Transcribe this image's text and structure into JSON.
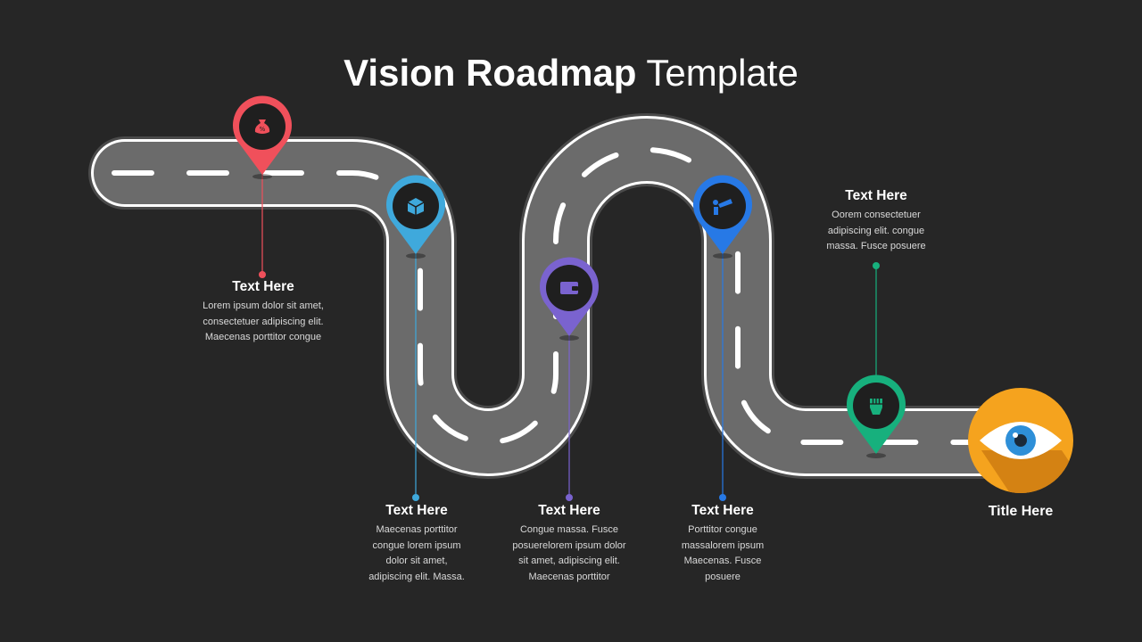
{
  "title": {
    "bold": "Vision Roadmap",
    "light": " Template"
  },
  "milestones": [
    {
      "name": "milestone-1",
      "color": "#f0505b",
      "icon": "money-bag-icon",
      "heading": "Text Here",
      "lines": [
        "Lorem ipsum dolor sit amet,",
        "consectetuer adipiscing elit.",
        "Maecenas porttitor congue"
      ]
    },
    {
      "name": "milestone-2",
      "color": "#3fa9dc",
      "icon": "box-icon",
      "heading": "Text Here",
      "lines": [
        "Maecenas porttitor",
        "congue lorem ipsum",
        "dolor sit amet,",
        "adipiscing elit. Massa."
      ]
    },
    {
      "name": "milestone-3",
      "color": "#7a63cf",
      "icon": "wallet-icon",
      "heading": "Text Here",
      "lines": [
        "Congue massa. Fusce",
        "posuerelorem ipsum dolor",
        "sit amet, adipiscing elit.",
        "Maecenas porttitor"
      ]
    },
    {
      "name": "milestone-4",
      "color": "#2779e6",
      "icon": "telescope-icon",
      "heading": "Text Here",
      "lines": [
        "Porttitor congue",
        "massalorem ipsum",
        "Maecenas. Fusce",
        "posuere"
      ]
    },
    {
      "name": "milestone-5",
      "color": "#17b07d",
      "icon": "fist-icon",
      "heading": "Text Here",
      "lines": [
        "Oorem consectetuer",
        "adipiscing elit. congue",
        "massa. Fusce posuere"
      ]
    }
  ],
  "end": {
    "label": "Title Here",
    "icon": "eye-icon",
    "color": "#f5a31e"
  },
  "colors": {
    "background": "#262626",
    "road": "#6b6b6b",
    "road_edge": "#4a4a4a",
    "road_line": "#ffffff"
  }
}
